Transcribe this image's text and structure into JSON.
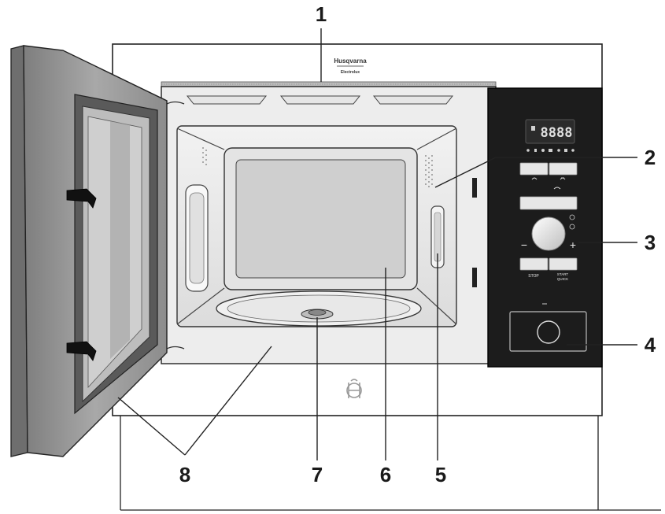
{
  "brand": {
    "line1": "Husqvarna",
    "line2": "Electrolux"
  },
  "panel": {
    "display_digits": "8888",
    "minus_label": "−",
    "plus_label": "+",
    "left_button_label": "STOP",
    "right_button_label": "START QUICK",
    "right_button_line1": "START",
    "right_button_line2": "QUICK"
  },
  "callouts": [
    {
      "id": "1",
      "text": "1"
    },
    {
      "id": "2",
      "text": "2"
    },
    {
      "id": "3",
      "text": "3"
    },
    {
      "id": "4",
      "text": "4"
    },
    {
      "id": "5",
      "text": "5"
    },
    {
      "id": "6",
      "text": "6"
    },
    {
      "id": "7",
      "text": "7"
    },
    {
      "id": "8",
      "text": "8"
    }
  ],
  "colors": {
    "panel": "#1c1c1c",
    "frame": "#ffffff",
    "line": "#222222",
    "door": "#9a9a9a",
    "glass": "#b8b8b8"
  }
}
